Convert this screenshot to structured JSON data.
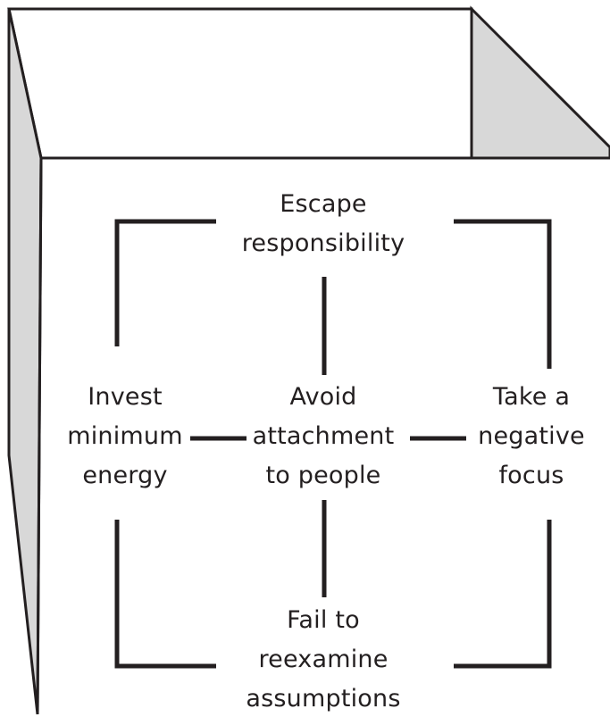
{
  "diagram": {
    "nodes": {
      "top": "Escape\nresponsibility",
      "left": "Invest\nminimum\nenergy",
      "center": "Avoid\nattachment\nto people",
      "right": "Take a\nnegative\nfocus",
      "bottom": "Fail to\nreexamine\nassumptions"
    },
    "colors": {
      "line": "#231f20",
      "box_side": "#d8d8d8",
      "box_face": "#ffffff"
    }
  }
}
